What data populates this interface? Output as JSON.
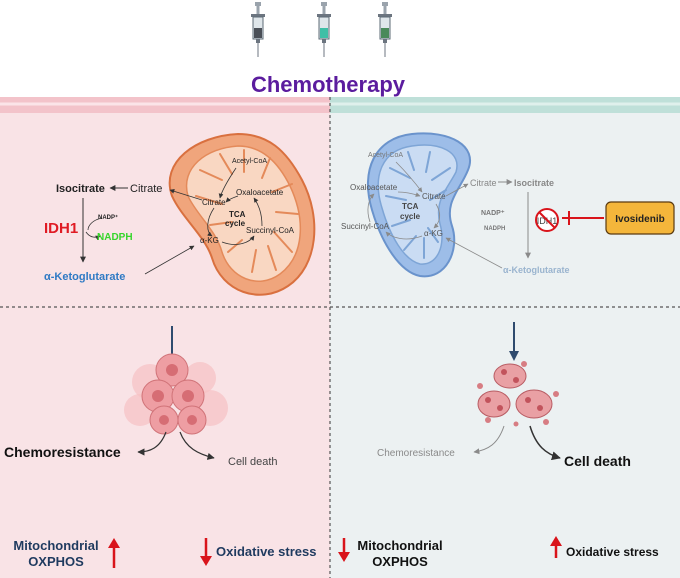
{
  "title": "Chemotherapy",
  "colors": {
    "title": "#5b1c9e",
    "left_panel": "#f9e3e6",
    "right_panel": "#ecf1f2",
    "left_band": "#f3c3ca",
    "right_band": "#bfe0d9",
    "mito_orange": "#f0a57c",
    "mito_blue": "#9dbde8",
    "up_arrow": "#d9141b",
    "idh1_red": "#e01b24",
    "nadph_green": "#35d52a",
    "akg_blue": "#2f7ac4",
    "ivosidenib_fill": "#f4b63b",
    "dark_navy": "#1f3a5f"
  },
  "left": {
    "isocitrate": "Isocitrate",
    "citrate_out": "Citrate",
    "idh1": "IDH1",
    "nadp": "NADP⁺",
    "nadph": "NADPH",
    "akg": "α-Ketoglutarate",
    "mito": {
      "acetyl": "Acetyl-CoA",
      "oxaloacetate": "Oxaloacetate",
      "citrate": "Citrate",
      "tca1": "TCA",
      "tca2": "cycle",
      "akg": "α-KG",
      "succinyl": "Succinyl-CoA"
    },
    "chemoresistance": "Chemoresistance",
    "cell_death": "Cell death",
    "mito_oxphos_1": "Mitochondrial",
    "mito_oxphos_2": "OXPHOS",
    "oxidative_stress": "Oxidative stress"
  },
  "right": {
    "citrate_out": "Citrate",
    "isocitrate": "Isocitrate",
    "nadp": "NADP⁺",
    "nadph": "NADPH",
    "idh1": "IDH1",
    "ivosidenib": "Ivosidenib",
    "akg": "α-Ketoglutarate",
    "mito": {
      "acetyl": "Acetyl-CoA",
      "oxaloacetate": "Oxaloacetate",
      "citrate": "Citrate",
      "tca1": "TCA",
      "tca2": "cycle",
      "akg": "α-KG",
      "succinyl": "Succinyl-CoA"
    },
    "chemoresistance": "Chemoresistance",
    "cell_death": "Cell death",
    "mito_oxphos_1": "Mitochondrial",
    "mito_oxphos_2": "OXPHOS",
    "oxidative_stress": "Oxidative stress"
  }
}
